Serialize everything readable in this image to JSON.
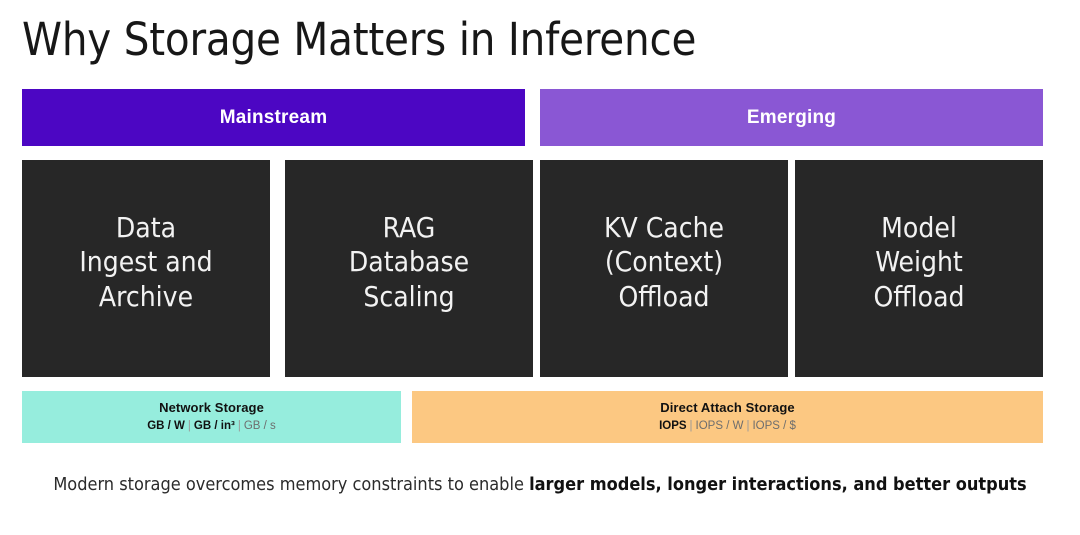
{
  "slide": {
    "title": "Why Storage Matters in Inference",
    "background_color": "#ffffff"
  },
  "categories": [
    {
      "label": "Mainstream",
      "color": "#4C06C3",
      "text_color": "#ffffff"
    },
    {
      "label": "Emerging",
      "color": "#8A57D4",
      "text_color": "#ffffff"
    }
  ],
  "cards": [
    {
      "label": "Data\nIngest and\nArchive",
      "category": "Mainstream",
      "color": "#272727"
    },
    {
      "label": "RAG\nDatabase\nScaling",
      "category": "Mainstream",
      "color": "#272727"
    },
    {
      "label": "KV Cache\n(Context)\nOffload",
      "category": "Emerging",
      "color": "#272727"
    },
    {
      "label": "Model\nWeight\nOffload",
      "category": "Emerging",
      "color": "#272727"
    }
  ],
  "storage_types": [
    {
      "title": "Network Storage",
      "color": "#96EDDD",
      "metrics": [
        {
          "text": "GB / W",
          "emphasis": "strong"
        },
        {
          "text": "GB / in³",
          "emphasis": "strong"
        },
        {
          "text": "GB / s",
          "emphasis": "muted"
        }
      ],
      "separator": "|"
    },
    {
      "title": "Direct Attach Storage",
      "color": "#FCC882",
      "metrics": [
        {
          "text": "IOPS",
          "emphasis": "strong"
        },
        {
          "text": "IOPS / W",
          "emphasis": "muted"
        },
        {
          "text": "IOPS / $",
          "emphasis": "muted"
        }
      ],
      "separator": "|"
    }
  ],
  "caption": {
    "regular": "Modern storage overcomes memory constraints to enable ",
    "bold": "larger models, longer interactions, and better outputs"
  }
}
